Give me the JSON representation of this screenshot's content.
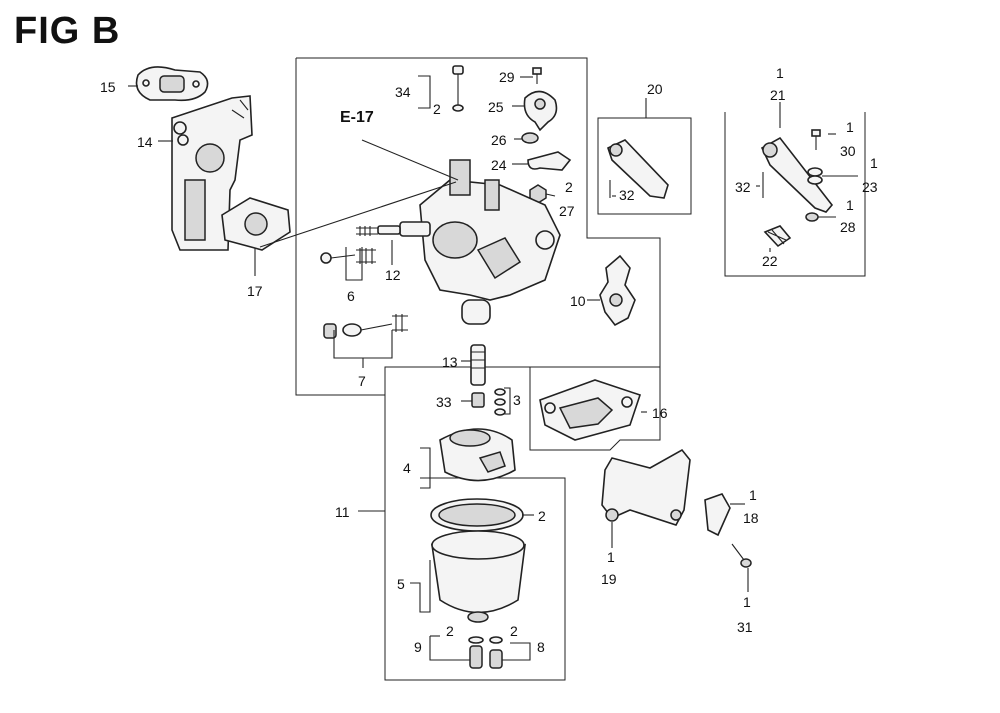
{
  "figure": {
    "title": "FIG B",
    "reference": "E-17"
  },
  "callouts": {
    "c15": "15",
    "c14": "14",
    "c17": "17",
    "c34": "34",
    "c2_34": "2",
    "c29": "29",
    "c25": "25",
    "c26": "26",
    "c24": "24",
    "c2_27": "2",
    "c27": "27",
    "c20": "20",
    "c32a": "32",
    "c1_21": "1",
    "c21": "21",
    "c1_30": "1",
    "c30": "30",
    "c1_23": "1",
    "c23": "23",
    "c32b": "32",
    "c1_28": "1",
    "c28": "28",
    "c22": "22",
    "c12": "12",
    "c6": "6",
    "c7": "7",
    "c10": "10",
    "c13": "13",
    "c33": "33",
    "c3": "3",
    "c16": "16",
    "c4": "4",
    "c11": "11",
    "c2_bowl": "2",
    "c5": "5",
    "c9": "9",
    "c2_9": "2",
    "c2_8": "2",
    "c8": "8",
    "c1_19": "1",
    "c19": "19",
    "c1_18": "1",
    "c18": "18",
    "c31": "31",
    "c1_31": "1"
  }
}
